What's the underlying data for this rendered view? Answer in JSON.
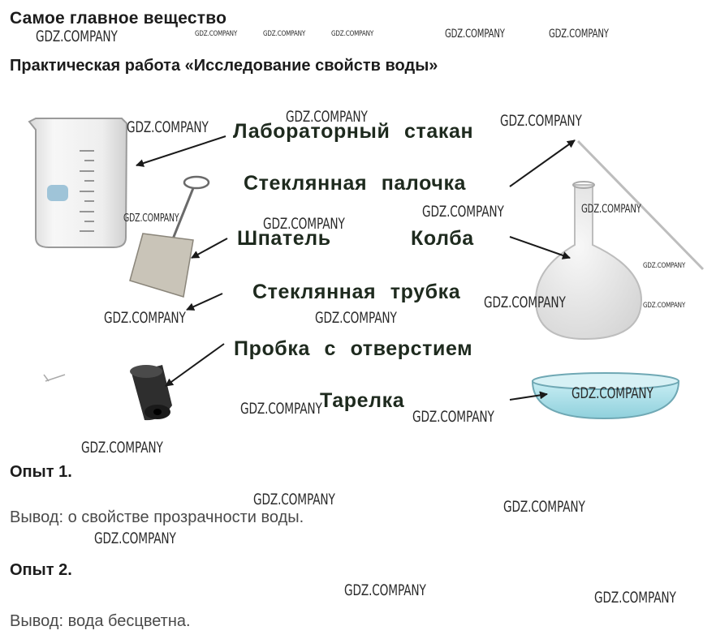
{
  "heading": {
    "title": "Самое главное вещество",
    "subtitle": "Практическая работа «Исследование свойств воды»"
  },
  "equipment": {
    "beaker": "Лабораторный стакан",
    "glass_rod": "Стеклянная палочка",
    "spatula": "Шпатель",
    "flask": "Колба",
    "glass_tube": "Стеклянная трубка",
    "stopper": "Пробка с отверстием",
    "plate": "Тарелка"
  },
  "experiments": [
    {
      "title": "Опыт 1.",
      "conclusion": "Вывод: о свойстве прозрачности воды."
    },
    {
      "title": "Опыт 2.",
      "conclusion": "Вывод: вода бесцветна."
    }
  ],
  "watermark": "GDZ.COMPANY",
  "colors": {
    "text": "#1c1c1c",
    "label_text": "#1e2a1e",
    "conclusion_text": "#4a4a4a",
    "plate_water": "#a8dde6"
  }
}
